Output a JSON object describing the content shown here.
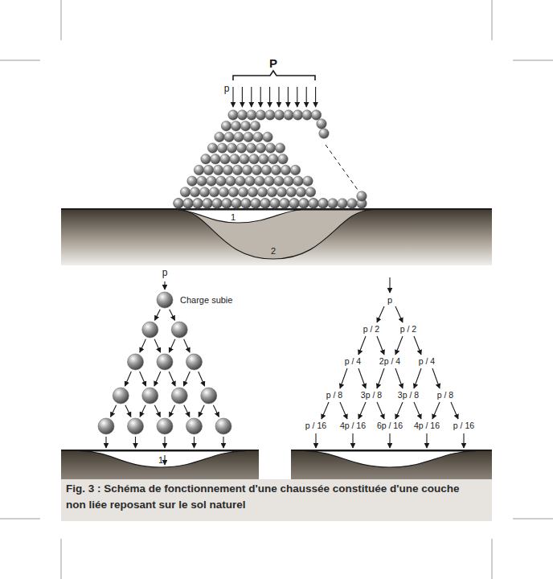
{
  "diagram": {
    "caption": "Fig. 3 : Schéma de fonctionnement d'une chaussée constituée d'une couche non liée reposant sur le sol naturel",
    "labels": [
      "P",
      "p",
      "1",
      "2",
      "p",
      "Charge subie",
      "1",
      "p",
      "p / 2",
      "p / 2",
      "p / 4",
      "2p / 4",
      "p / 4",
      "p / 8",
      "3p / 8",
      "3p / 8",
      "p / 8",
      "p / 16",
      "4p / 16",
      "6p / 16",
      "4p / 16",
      "p / 16"
    ]
  }
}
